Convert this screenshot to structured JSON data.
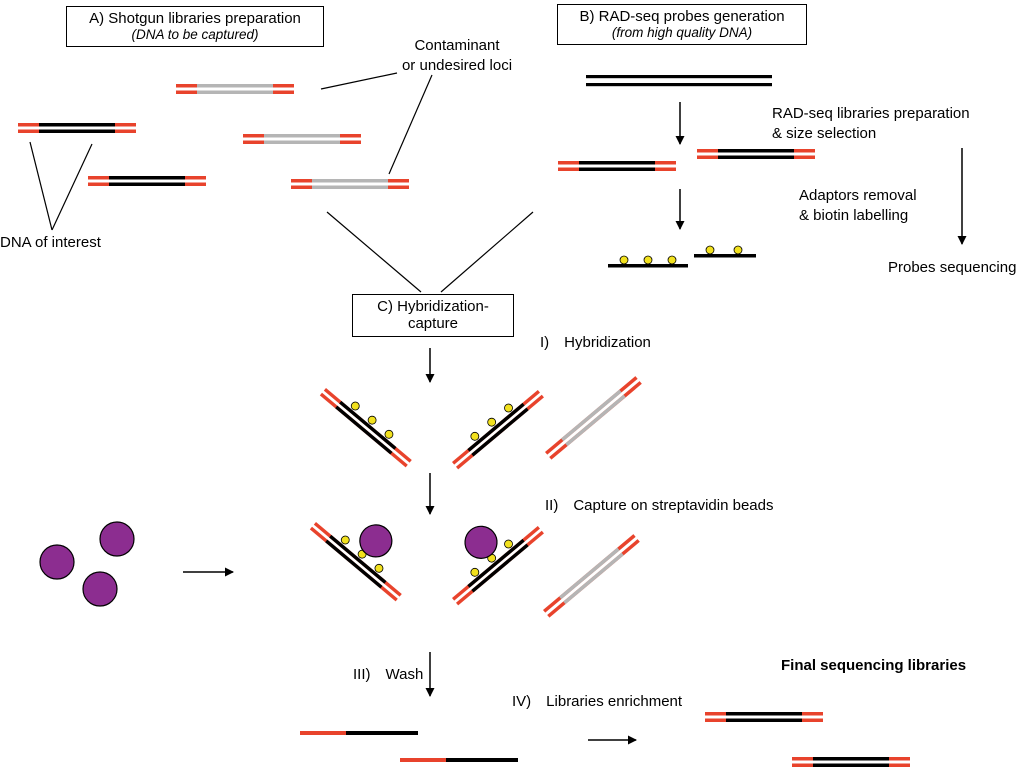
{
  "boxes": {
    "a": {
      "line1": "A) Shotgun libraries preparation",
      "line2": "(DNA to be captured)"
    },
    "b": {
      "line1": "B) RAD-seq probes generation",
      "line2": "(from high quality DNA)"
    },
    "c": {
      "line1": "C) Hybridization-",
      "line2": "capture"
    }
  },
  "labels": {
    "contaminant_line1": "Contaminant",
    "contaminant_line2": "or undesired loci",
    "dna_of_interest": "DNA of interest",
    "radseq_prep_line1": "RAD-seq libraries preparation",
    "radseq_prep_line2": "& size selection",
    "adaptors_line1": "Adaptors removal",
    "adaptors_line2": "& biotin labelling",
    "probes_sequencing": "Probes sequencing",
    "final_libraries": "Final sequencing libraries"
  },
  "steps": [
    {
      "num": "I)",
      "label": "Hybridization"
    },
    {
      "num": "II)",
      "label": "Capture on streptavidin beads"
    },
    {
      "num": "III)",
      "label": "Wash"
    },
    {
      "num": "IV)",
      "label": "Libraries enrichment"
    }
  ],
  "colors": {
    "adapter_red": "#e8432c",
    "contaminant_gray": "#b5b5b5",
    "biotin_yellow": "#f2e11e",
    "bead_purple": "#8c2d90",
    "strand_black": "#000000"
  }
}
